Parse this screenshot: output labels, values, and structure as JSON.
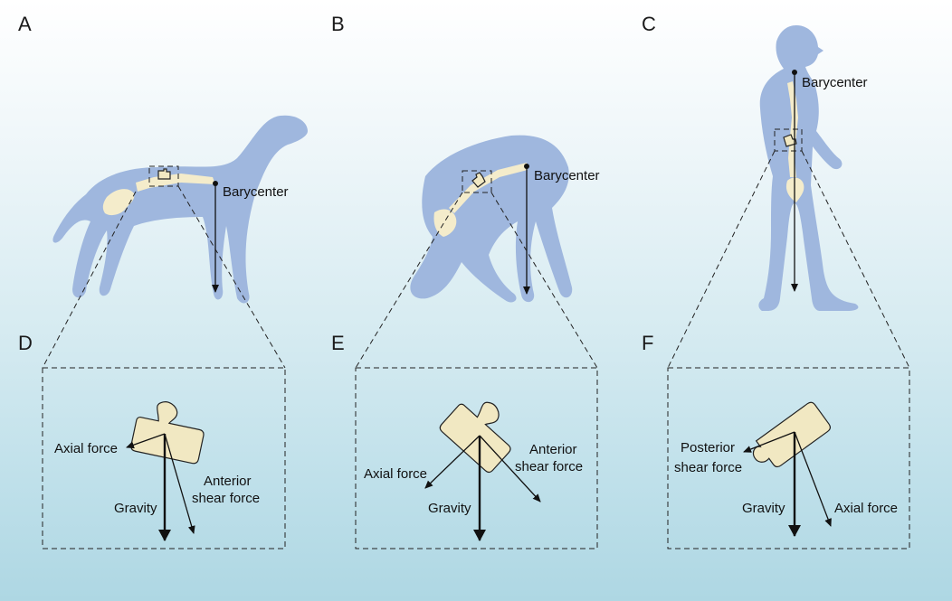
{
  "panels": {
    "A": {
      "letter": "A",
      "barycenter_label": "Barycenter"
    },
    "B": {
      "letter": "B",
      "barycenter_label": "Barycenter"
    },
    "C": {
      "letter": "C",
      "barycenter_label": "Barycenter"
    },
    "D": {
      "letter": "D",
      "axial_label": "Axial force",
      "gravity_label": "Gravity",
      "shear_line1": "Anterior",
      "shear_line2": "shear force"
    },
    "E": {
      "letter": "E",
      "axial_label": "Axial force",
      "gravity_label": "Gravity",
      "shear_line1": "Anterior",
      "shear_line2": "shear force"
    },
    "F": {
      "letter": "F",
      "shear_line1": "Posterior",
      "shear_line2": "shear force",
      "gravity_label": "Gravity",
      "axial_label": "Axial force"
    }
  },
  "colors": {
    "silhouette": "#9fb7de",
    "bone": "#f4eccb",
    "vertebra": "#f1e8c2"
  },
  "icons": [
    "dog-silhouette",
    "chimpanzee-silhouette",
    "human-silhouette",
    "vertebra-icon"
  ]
}
